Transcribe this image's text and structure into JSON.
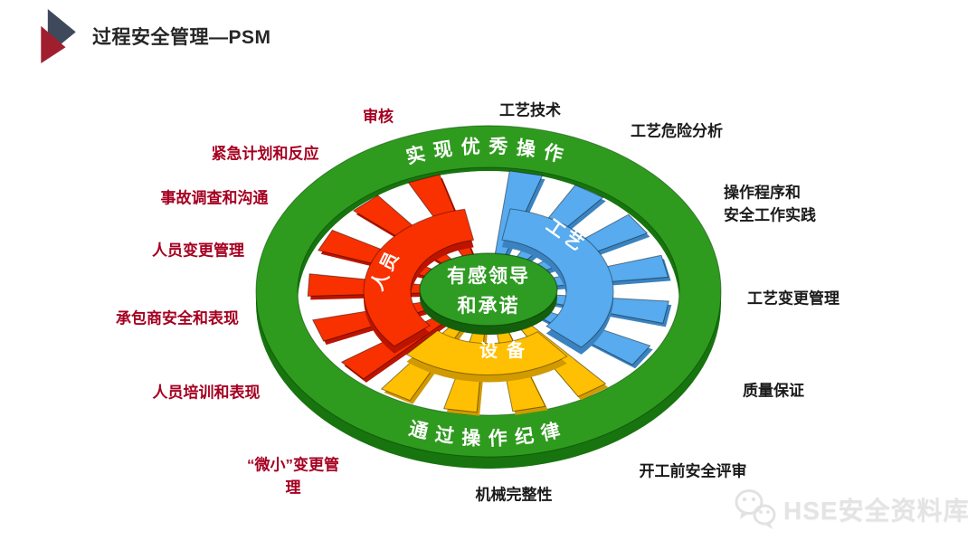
{
  "slide": {
    "title": "过程安全管理—PSM"
  },
  "wheel": {
    "ring_top_label": "实现优秀操作",
    "ring_bottom_label": "通过操作纪律",
    "center_line1": "有感领导",
    "center_line2": "和承诺",
    "sector_people": "人员",
    "sector_process": "工艺",
    "sector_equipment": "设备"
  },
  "callouts": {
    "audit": "审核",
    "emergency_planning": "紧急计划和反应",
    "incident_investigation": "事故调查和沟通",
    "personnel_moc": "人员变更管理",
    "contractor_safety": "承包商安全和表现",
    "personnel_training": "人员培训和表现",
    "minor_moc_line1": "“微小”变更管",
    "minor_moc_line2": "理",
    "process_technology": "工艺技术",
    "process_hazard_analysis": "工艺危险分析",
    "operating_procedures_line1": "操作程序和",
    "operating_procedures_line2": "安全工作实践",
    "process_moc": "工艺变更管理",
    "quality_assurance": "质量保证",
    "pre_startup_review": "开工前安全评审",
    "mechanical_integrity": "机械完整性"
  },
  "watermark": {
    "text": "HSE安全资料库",
    "icon": "wechat-icon"
  },
  "colors": {
    "ring_green": "#2F9B1E",
    "ring_green_dark": "#17740E",
    "center_green": "#2E9B22",
    "center_green_dark": "#145F0C",
    "red_sector": "#F93000",
    "red_sector_dark": "#BC1400",
    "blue_sector": "#57ABEE",
    "blue_sector_dark": "#3B83C0",
    "yellow_sector": "#FFC003",
    "yellow_sector_dark": "#D09A00",
    "callout_red": "#A50021",
    "callout_black": "#1A1A1A",
    "logo_slate": "#3E4A5B",
    "logo_red": "#A11E2E"
  }
}
